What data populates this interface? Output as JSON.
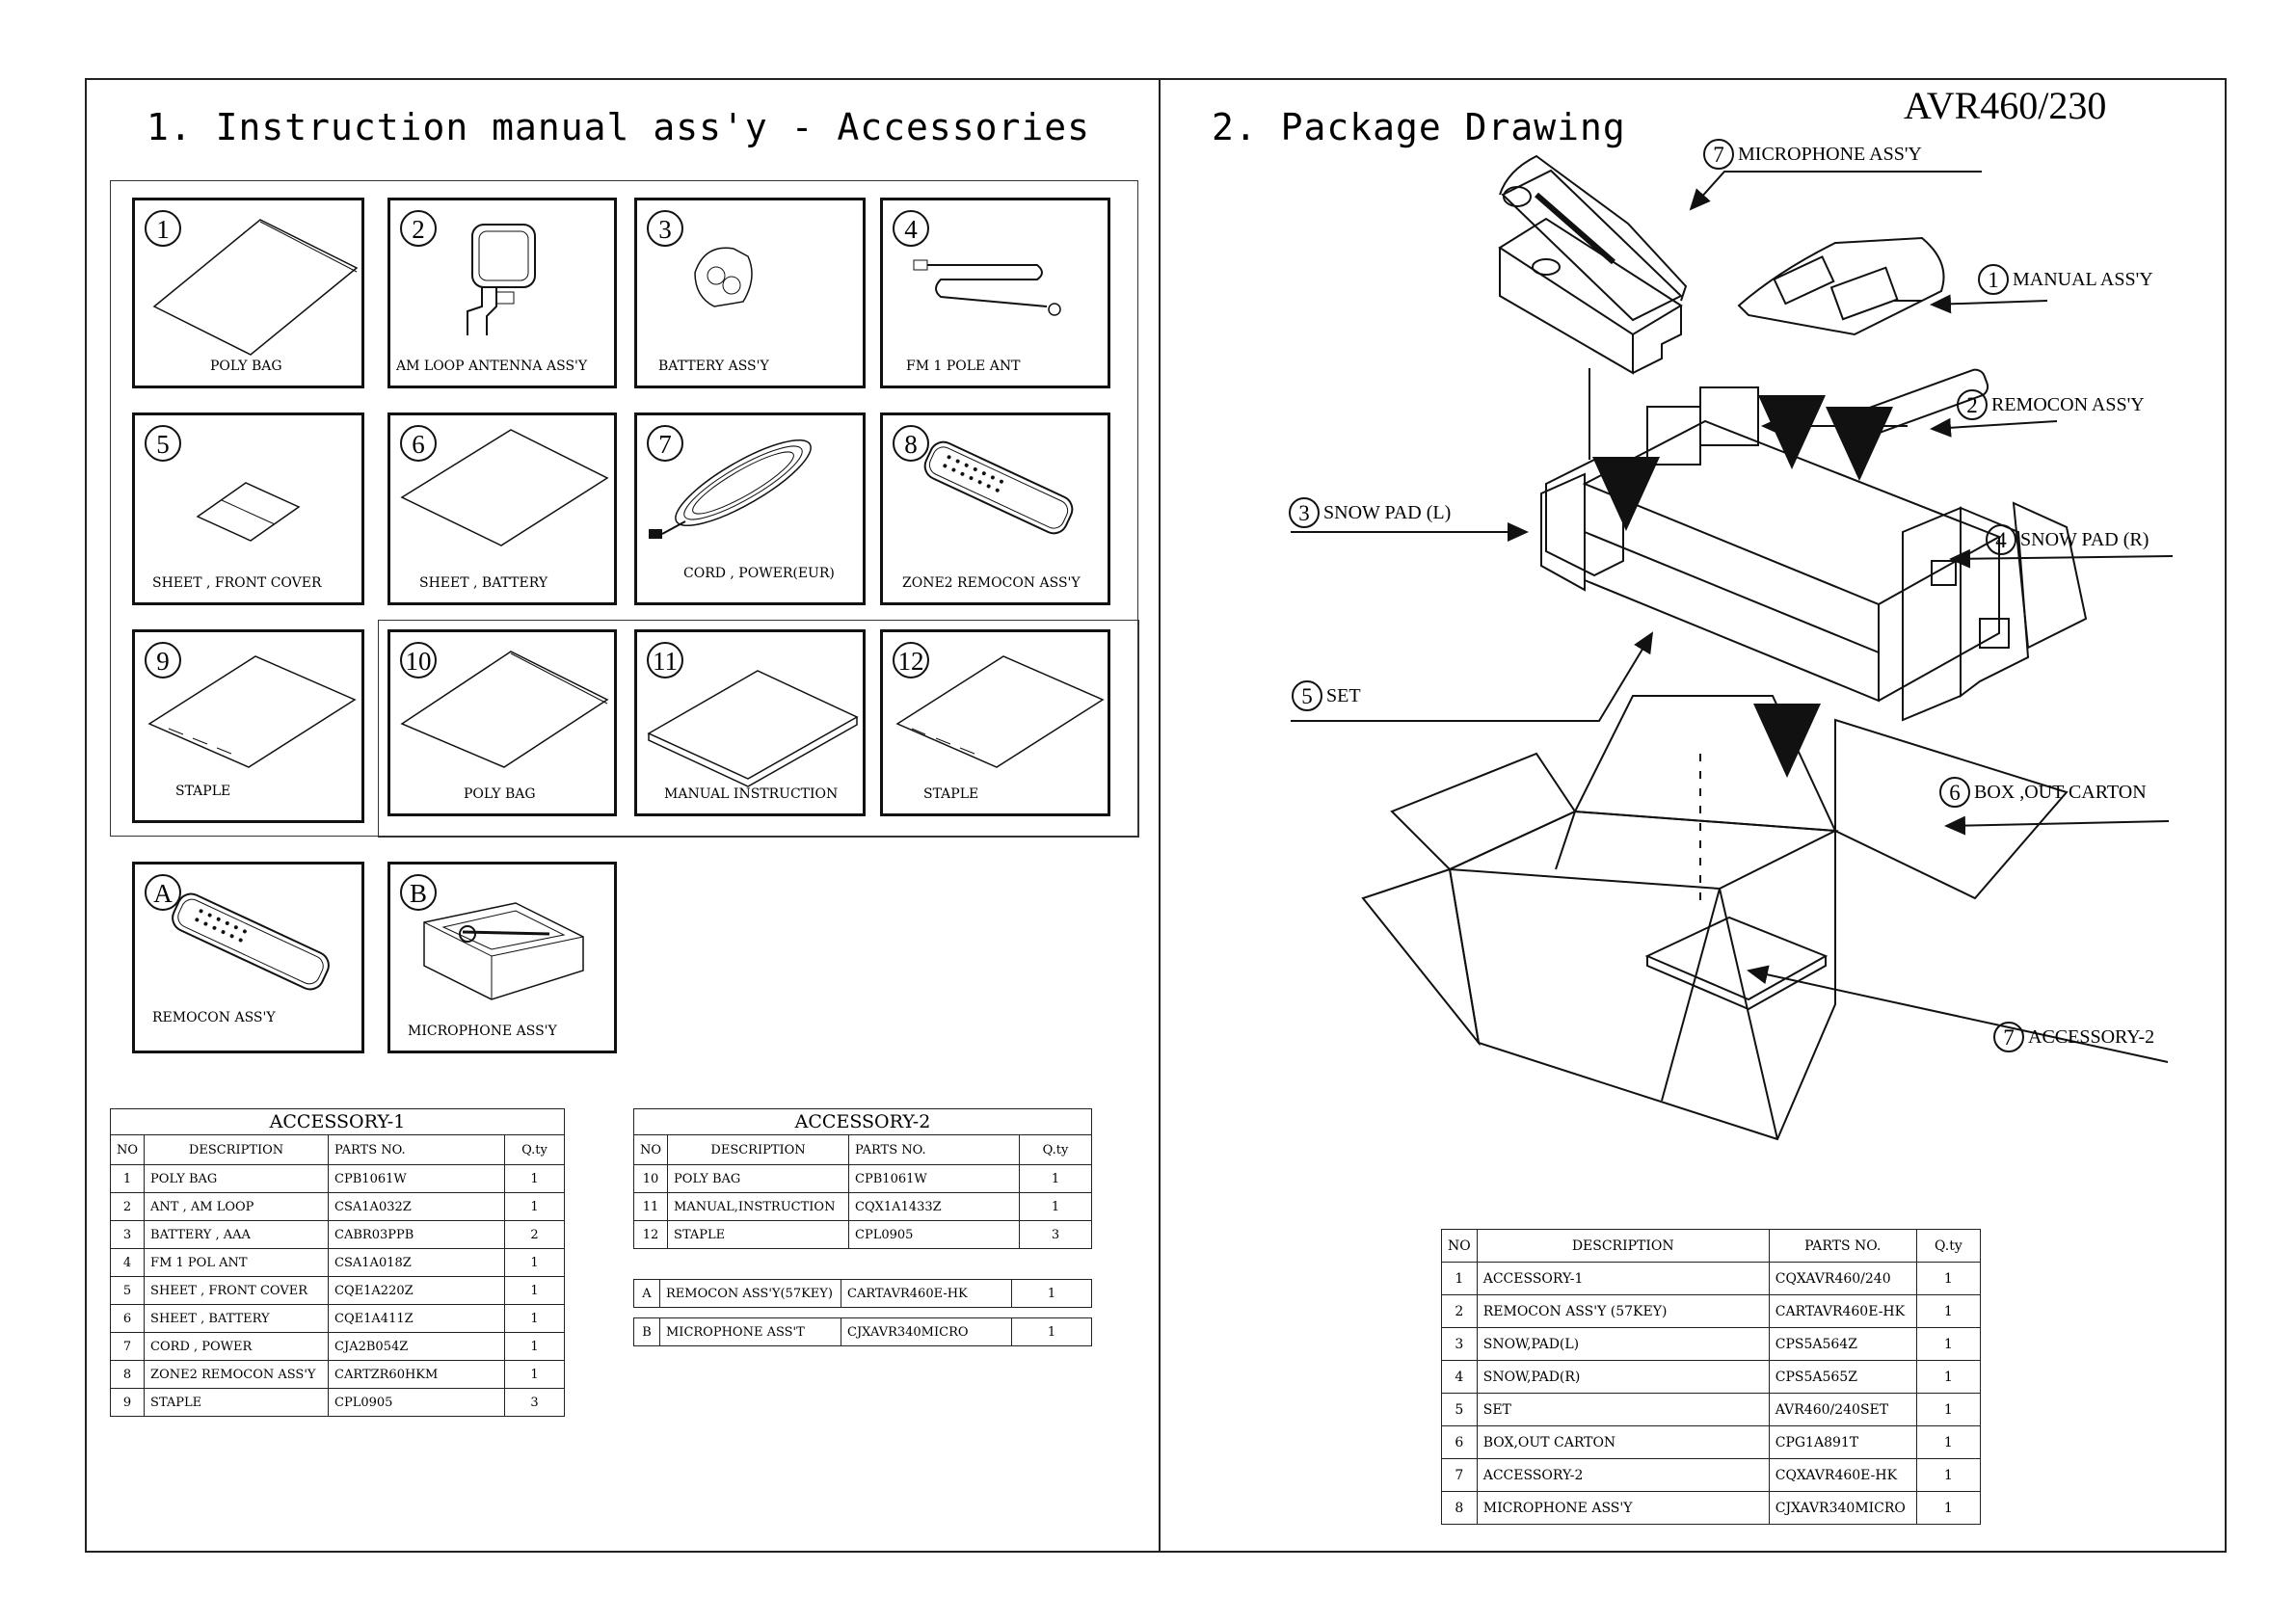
{
  "model": "AVR460/230",
  "section1": {
    "title": "1. Instruction manual ass'y - Accessories"
  },
  "section2": {
    "title": "2. Package Drawing"
  },
  "cells": [
    {
      "num": "1",
      "label": "POLY BAG"
    },
    {
      "num": "2",
      "label": "AM LOOP ANTENNA ASS'Y"
    },
    {
      "num": "3",
      "label": "BATTERY ASS'Y"
    },
    {
      "num": "4",
      "label": "FM 1 POLE ANT"
    },
    {
      "num": "5",
      "label": "SHEET , FRONT COVER"
    },
    {
      "num": "6",
      "label": "SHEET , BATTERY"
    },
    {
      "num": "7",
      "label": "CORD , POWER(EUR)"
    },
    {
      "num": "8",
      "label": "ZONE2 REMOCON ASS'Y"
    },
    {
      "num": "9",
      "label": "STAPLE"
    },
    {
      "num": "10",
      "label": "POLY BAG"
    },
    {
      "num": "11",
      "label": "MANUAL INSTRUCTION"
    },
    {
      "num": "12",
      "label": "STAPLE"
    },
    {
      "num": "A",
      "label": "REMOCON ASS'Y"
    },
    {
      "num": "B",
      "label": "MICROPHONE ASS'Y"
    }
  ],
  "acc1": {
    "title": "ACCESSORY-1",
    "headers": [
      "NO",
      "DESCRIPTION",
      "PARTS NO.",
      "Q.ty"
    ],
    "rows": [
      [
        "1",
        "POLY BAG",
        "CPB1061W",
        "1"
      ],
      [
        "2",
        "ANT , AM LOOP",
        "CSA1A032Z",
        "1"
      ],
      [
        "3",
        "BATTERY , AAA",
        "CABR03PPB",
        "2"
      ],
      [
        "4",
        "FM 1 POL ANT",
        "CSA1A018Z",
        "1"
      ],
      [
        "5",
        "SHEET , FRONT COVER",
        "CQE1A220Z",
        "1"
      ],
      [
        "6",
        "SHEET , BATTERY",
        "CQE1A411Z",
        "1"
      ],
      [
        "7",
        "CORD , POWER",
        "CJA2B054Z",
        "1"
      ],
      [
        "8",
        "ZONE2 REMOCON ASS'Y",
        "CARTZR60HKM",
        "1"
      ],
      [
        "9",
        "STAPLE",
        "CPL0905",
        "3"
      ]
    ]
  },
  "acc2": {
    "title": "ACCESSORY-2",
    "headers": [
      "NO",
      "DESCRIPTION",
      "PARTS NO.",
      "Q.ty"
    ],
    "rows": [
      [
        "10",
        "POLY BAG",
        "CPB1061W",
        "1"
      ],
      [
        "11",
        "MANUAL,INSTRUCTION",
        "CQX1A1433Z",
        "1"
      ],
      [
        "12",
        "STAPLE",
        "CPL0905",
        "3"
      ]
    ],
    "extra": [
      [
        "A",
        "REMOCON ASS'Y(57KEY)",
        "CARTAVR460E-HK",
        "1"
      ],
      [
        "B",
        "MICROPHONE ASS'T",
        "CJXAVR340MICRO",
        "1"
      ]
    ]
  },
  "package": {
    "headers": [
      "NO",
      "DESCRIPTION",
      "PARTS NO.",
      "Q.ty"
    ],
    "rows": [
      [
        "1",
        "ACCESSORY-1",
        "CQXAVR460/240",
        "1"
      ],
      [
        "2",
        "REMOCON ASS'Y (57KEY)",
        "CARTAVR460E-HK",
        "1"
      ],
      [
        "3",
        "SNOW,PAD(L)",
        "CPS5A564Z",
        "1"
      ],
      [
        "4",
        "SNOW,PAD(R)",
        "CPS5A565Z",
        "1"
      ],
      [
        "5",
        "SET",
        "AVR460/240SET",
        "1"
      ],
      [
        "6",
        "BOX,OUT CARTON",
        "CPG1A891T",
        "1"
      ],
      [
        "7",
        "ACCESSORY-2",
        "CQXAVR460E-HK",
        "1"
      ],
      [
        "8",
        "MICROPHONE ASS'Y",
        "CJXAVR340MICRO",
        "1"
      ]
    ]
  },
  "callouts": [
    {
      "num": "7",
      "label": "MICROPHONE ASS'Y"
    },
    {
      "num": "1",
      "label": "MANUAL ASS'Y"
    },
    {
      "num": "2",
      "label": "REMOCON ASS'Y"
    },
    {
      "num": "3",
      "label": "SNOW PAD (L)"
    },
    {
      "num": "4",
      "label": "SNOW PAD (R)"
    },
    {
      "num": "5",
      "label": "SET"
    },
    {
      "num": "6",
      "label": "BOX ,OUT CARTON"
    },
    {
      "num": "7",
      "label": "ACCESSORY-2"
    }
  ]
}
